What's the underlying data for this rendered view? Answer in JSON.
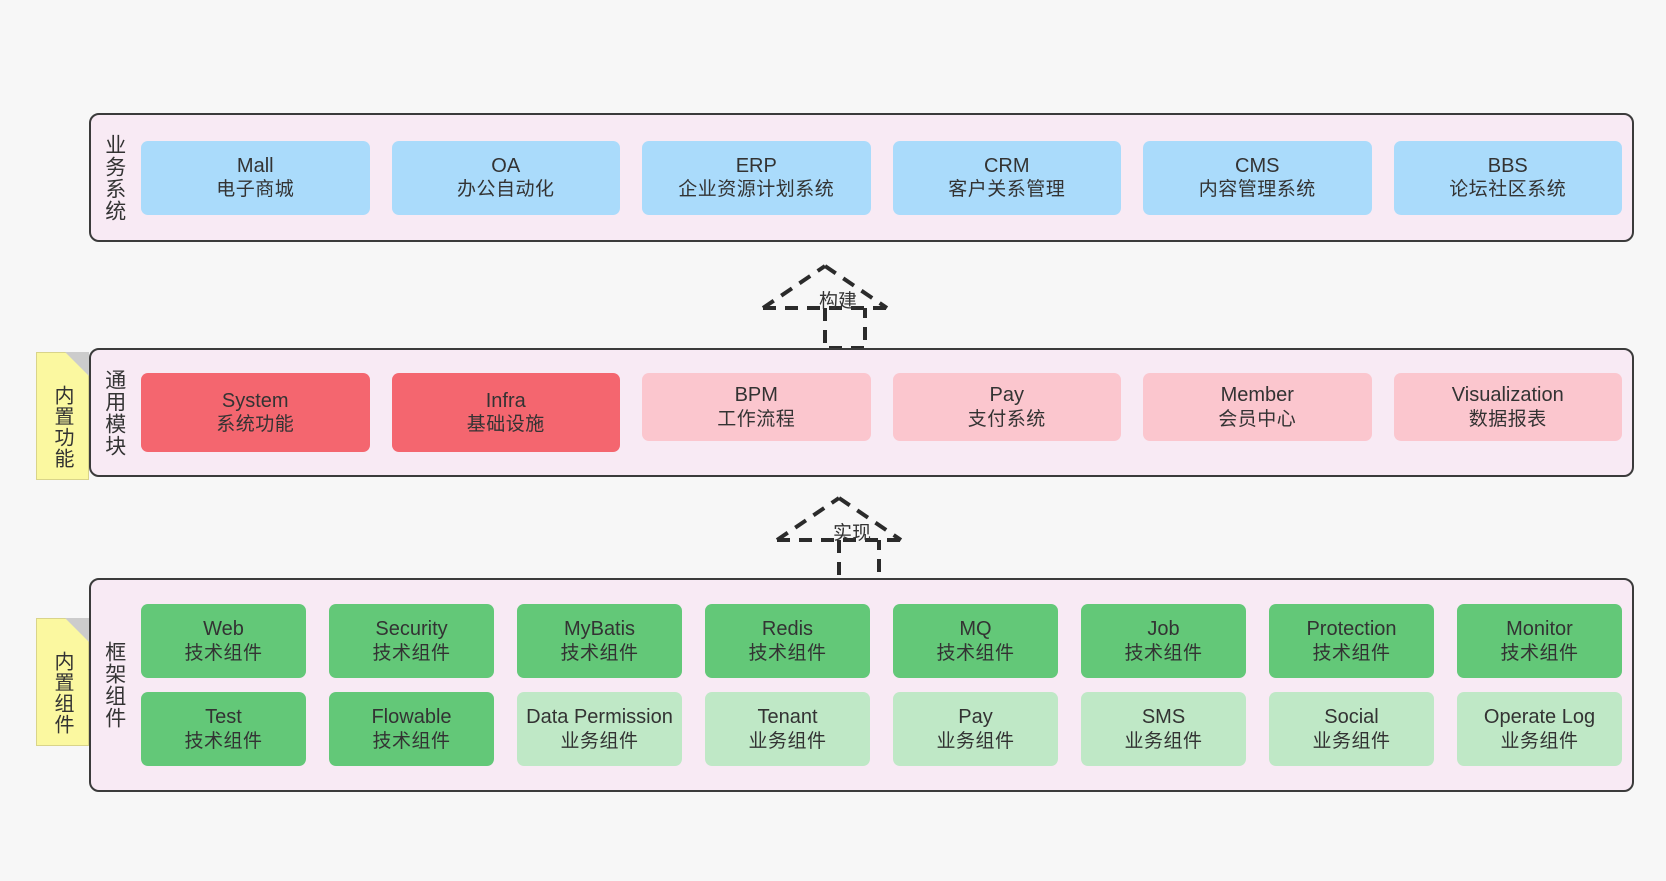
{
  "canvas": {
    "background": "#f7f7f7",
    "layer_fill": "#f8eaf4",
    "layer_border": "#3b3b3b",
    "note_fill": "#fbf8a0",
    "colors": {
      "business": "#aadbfb",
      "module_active": "#f4666f",
      "module_plain": "#fbc6ce",
      "tech_component": "#63c878",
      "biz_component": "#bfe8c6"
    }
  },
  "layers": [
    {
      "id": "business-systems",
      "title": "业务系统",
      "rows": [
        {
          "cards": [
            {
              "en": "Mall",
              "cn": "电子商城",
              "color": "blue"
            },
            {
              "en": "OA",
              "cn": "办公自动化",
              "color": "blue"
            },
            {
              "en": "ERP",
              "cn": "企业资源计划系统",
              "color": "blue"
            },
            {
              "en": "CRM",
              "cn": "客户关系管理",
              "color": "blue"
            },
            {
              "en": "CMS",
              "cn": "内容管理系统",
              "color": "blue"
            },
            {
              "en": "BBS",
              "cn": "论坛社区系统",
              "color": "blue"
            }
          ]
        }
      ]
    },
    {
      "id": "common-modules",
      "title": "通用模块",
      "note": "内置功能",
      "rows": [
        {
          "cards": [
            {
              "en": "System",
              "cn": "系统功能",
              "color": "red"
            },
            {
              "en": "Infra",
              "cn": "基础设施",
              "color": "red"
            },
            {
              "en": "BPM",
              "cn": "工作流程",
              "color": "pink"
            },
            {
              "en": "Pay",
              "cn": "支付系统",
              "color": "pink"
            },
            {
              "en": "Member",
              "cn": "会员中心",
              "color": "pink"
            },
            {
              "en": "Visualization",
              "cn": "数据报表",
              "color": "pink"
            }
          ]
        }
      ]
    },
    {
      "id": "framework-components",
      "title": "框架组件",
      "note": "内置组件",
      "rows": [
        {
          "cards": [
            {
              "en": "Web",
              "cn": "技术组件",
              "color": "green"
            },
            {
              "en": "Security",
              "cn": "技术组件",
              "color": "green"
            },
            {
              "en": "MyBatis",
              "cn": "技术组件",
              "color": "green"
            },
            {
              "en": "Redis",
              "cn": "技术组件",
              "color": "green"
            },
            {
              "en": "MQ",
              "cn": "技术组件",
              "color": "green"
            },
            {
              "en": "Job",
              "cn": "技术组件",
              "color": "green"
            },
            {
              "en": "Protection",
              "cn": "技术组件",
              "color": "green"
            },
            {
              "en": "Monitor",
              "cn": "技术组件",
              "color": "green"
            }
          ]
        },
        {
          "cards": [
            {
              "en": "Test",
              "cn": "技术组件",
              "color": "green"
            },
            {
              "en": "Flowable",
              "cn": "技术组件",
              "color": "green"
            },
            {
              "en": "Data Permission",
              "cn": "业务组件",
              "color": "lgreen"
            },
            {
              "en": "Tenant",
              "cn": "业务组件",
              "color": "lgreen"
            },
            {
              "en": "Pay",
              "cn": "业务组件",
              "color": "lgreen"
            },
            {
              "en": "SMS",
              "cn": "业务组件",
              "color": "lgreen"
            },
            {
              "en": "Social",
              "cn": "业务组件",
              "color": "lgreen"
            },
            {
              "en": "Operate Log",
              "cn": "业务组件",
              "color": "lgreen"
            }
          ]
        }
      ]
    }
  ],
  "connectors": [
    {
      "id": "build",
      "label": "构建"
    },
    {
      "id": "implement",
      "label": "实现"
    }
  ]
}
